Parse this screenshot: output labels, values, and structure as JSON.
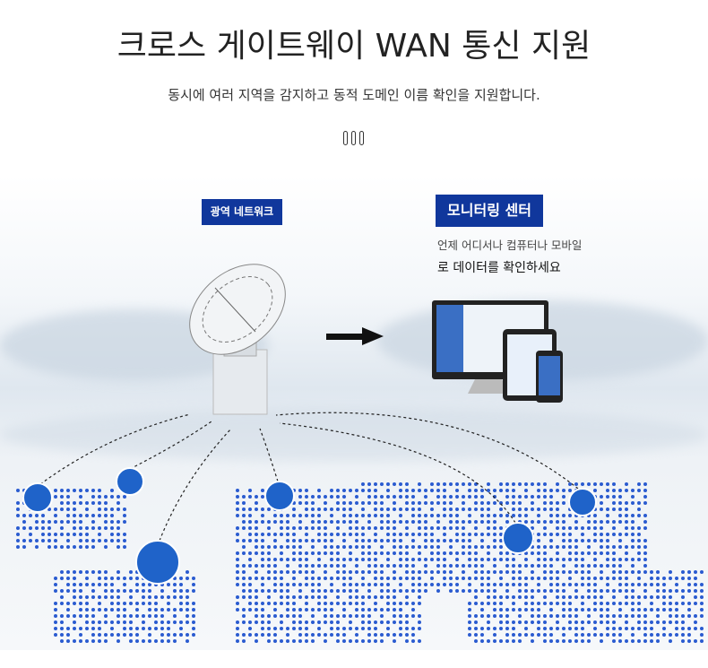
{
  "header": {
    "title": "크로스 게이트웨이 WAN 통신 지원",
    "subtitle": "동시에 여러 지역을 감지하고 동적 도메인 이름 확인을 지원합니다."
  },
  "diagram": {
    "wide_network_label": "광역 네트워크",
    "monitoring_center_label": "모니터링 센터",
    "monitoring_desc_line1": "언제 어디서나 컴퓨터나 모바일",
    "monitoring_desc_line2": "로 데이터를 확인하세요"
  },
  "colors": {
    "brand": "#10379c",
    "dots": "#2a5bd0"
  }
}
